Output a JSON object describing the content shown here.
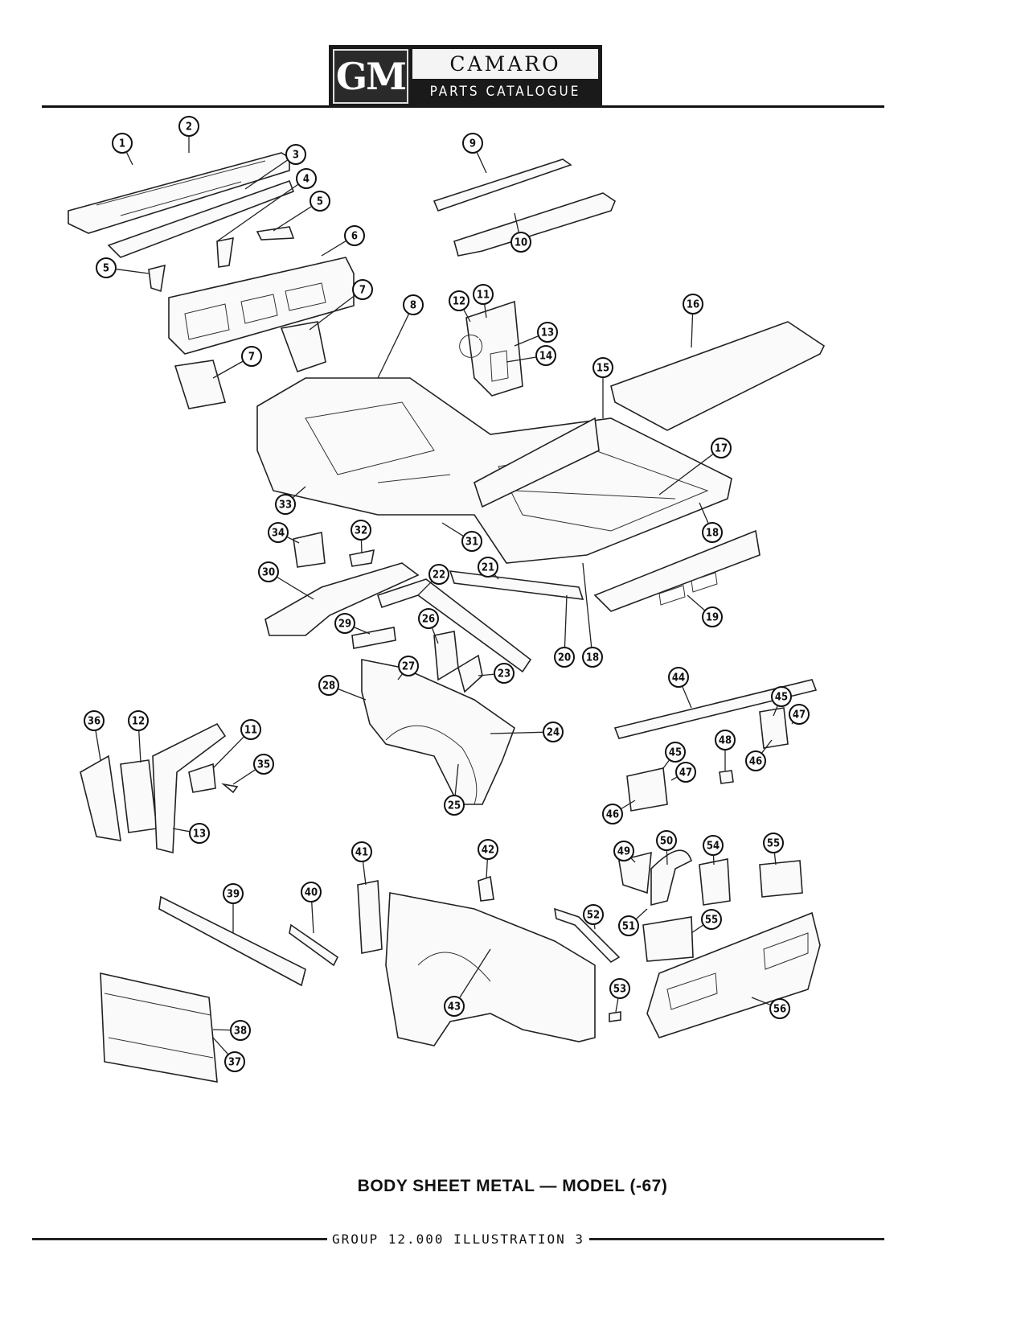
{
  "header": {
    "logo": "GM",
    "title": "CAMARO",
    "subtitle": "PARTS CATALOGUE"
  },
  "callouts": [
    "1",
    "2",
    "3",
    "4",
    "5",
    "5",
    "6",
    "7",
    "7",
    "8",
    "9",
    "10",
    "11",
    "12",
    "13",
    "14",
    "15",
    "16",
    "17",
    "18",
    "18",
    "19",
    "20",
    "21",
    "22",
    "23",
    "24",
    "25",
    "26",
    "27",
    "28",
    "29",
    "30",
    "31",
    "32",
    "33",
    "34",
    "35",
    "36",
    "12",
    "11",
    "13",
    "37",
    "38",
    "39",
    "40",
    "41",
    "42",
    "43",
    "44",
    "45",
    "47",
    "46",
    "48",
    "45",
    "47",
    "46",
    "49",
    "50",
    "51",
    "52",
    "53",
    "54",
    "55",
    "55",
    "56"
  ],
  "caption": "BODY SHEET METAL — MODEL (-67)",
  "footer": "GROUP 12.000 ILLUSTRATION 3"
}
